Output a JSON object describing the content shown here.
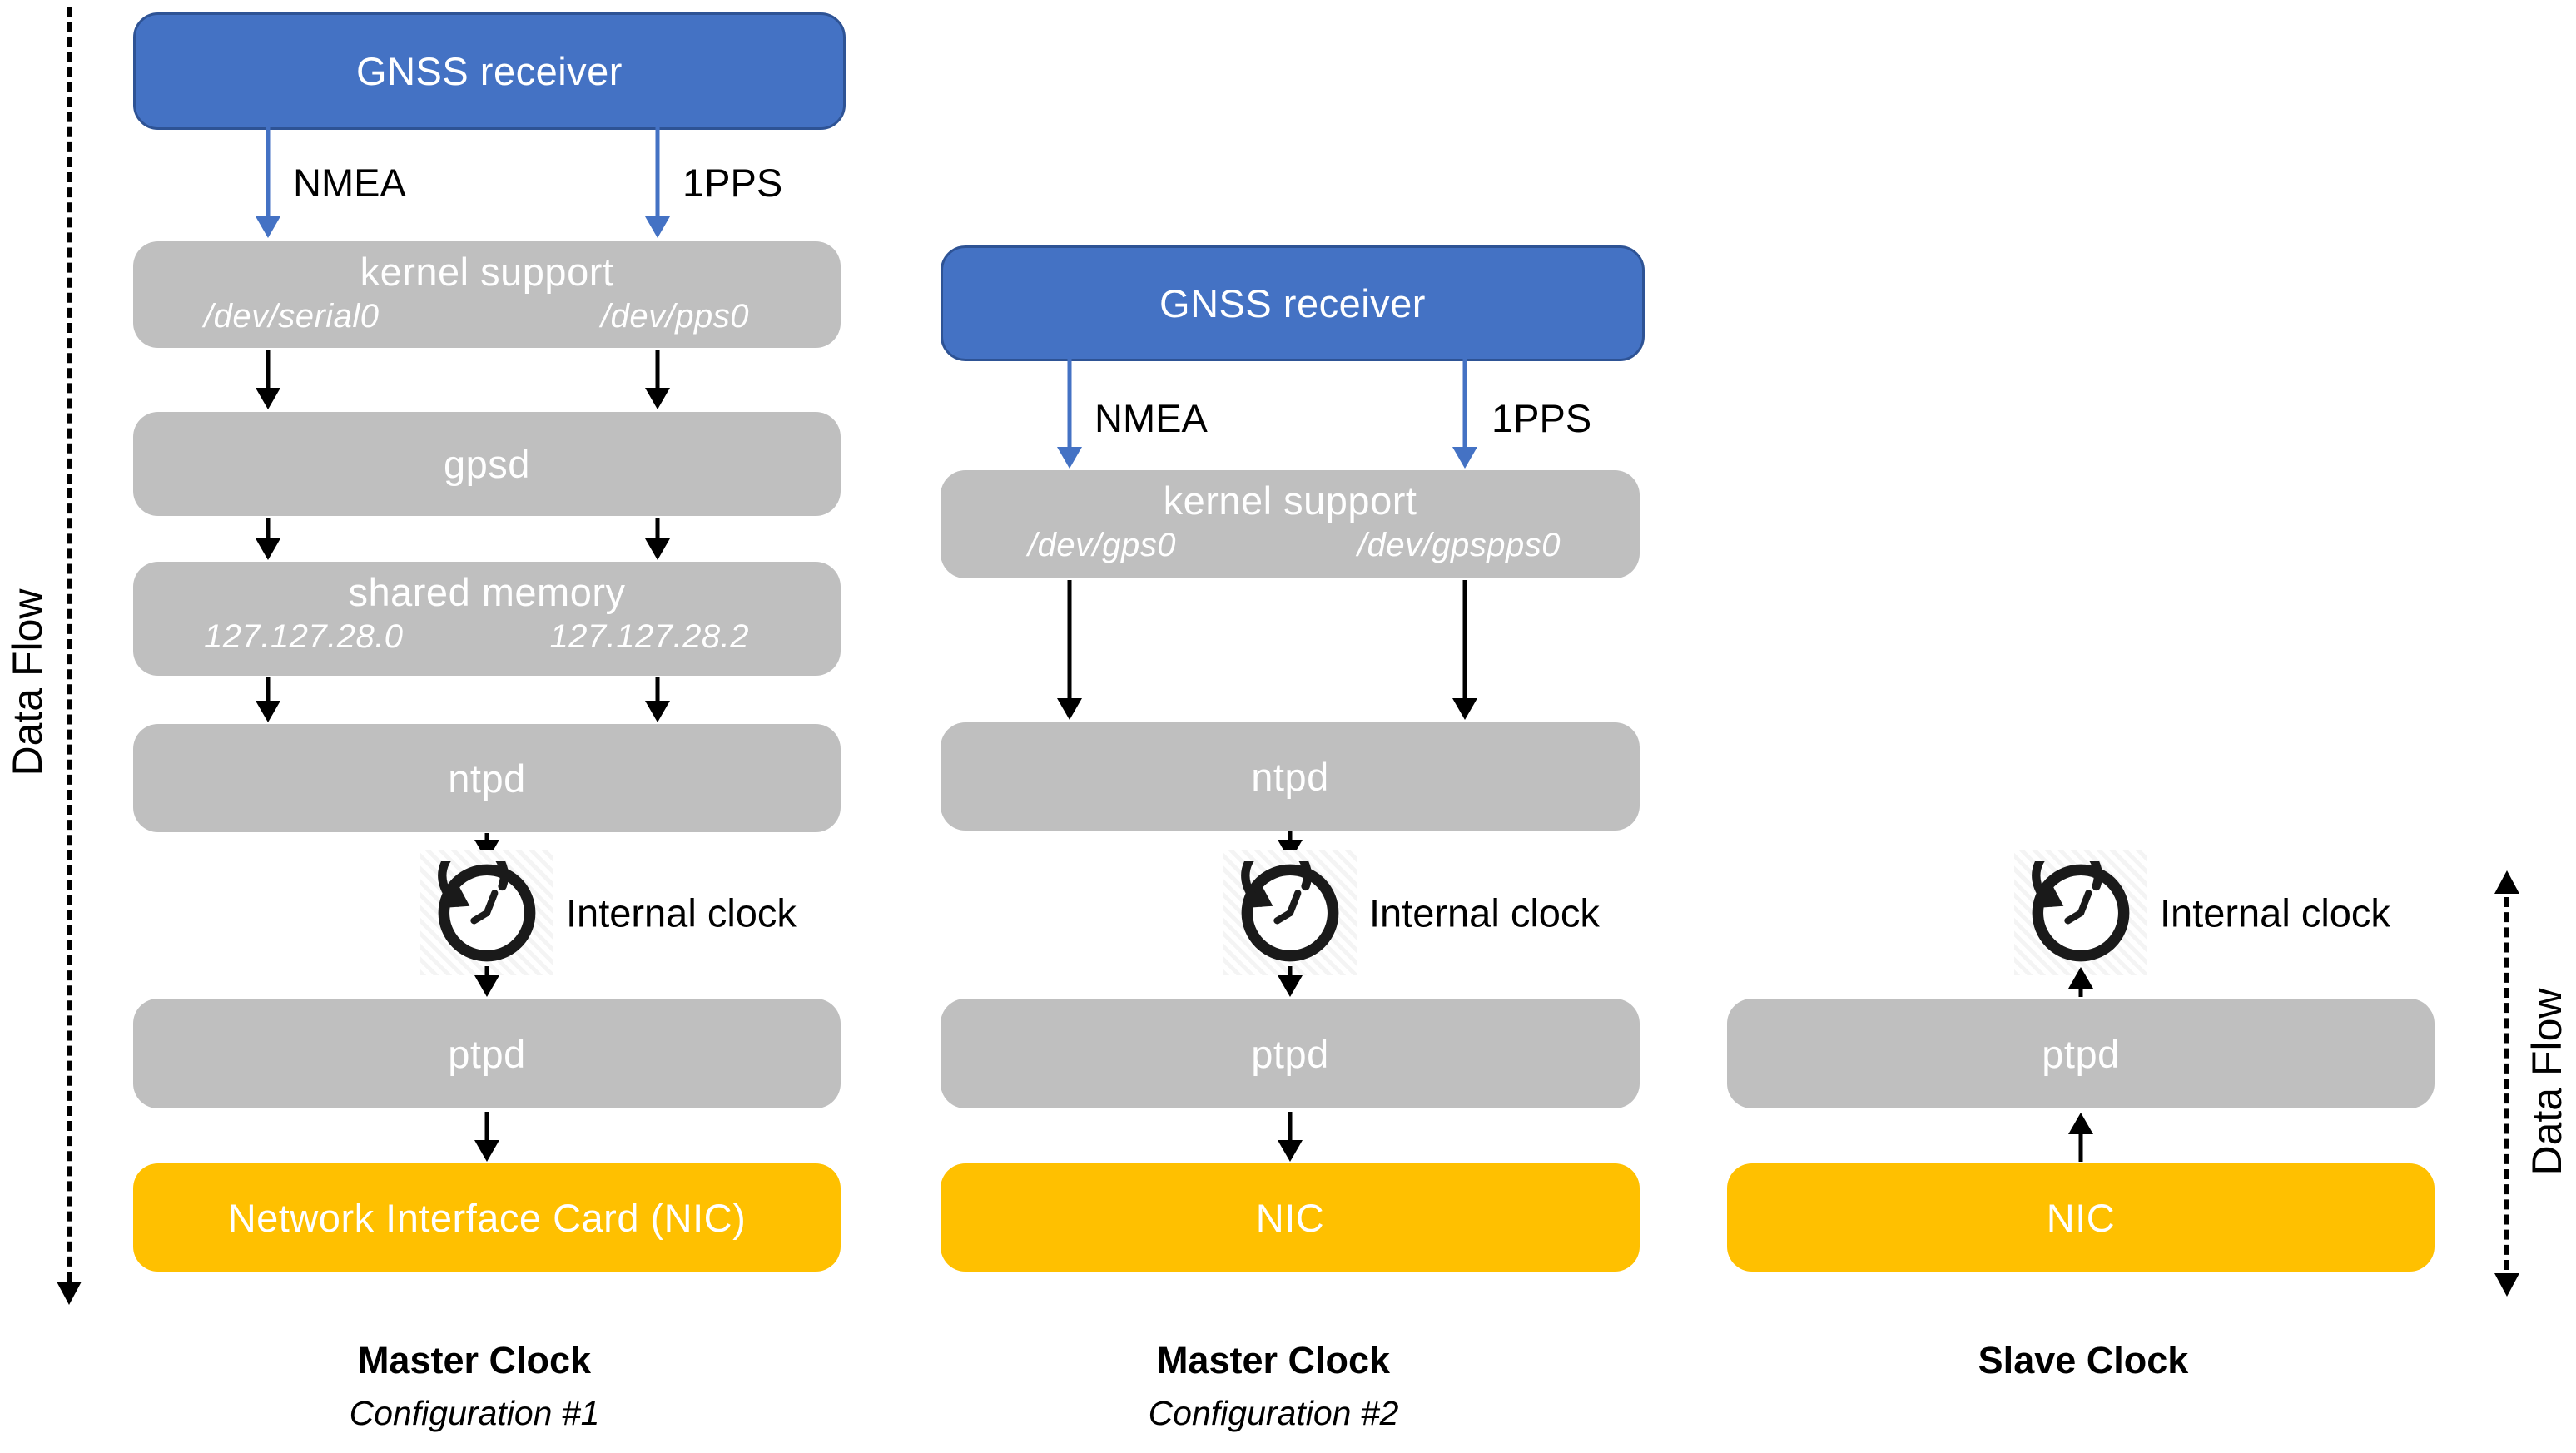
{
  "colors": {
    "box_blue": "#4472C4",
    "box_blue_border": "#2e5395",
    "box_gray": "#BFBFBF",
    "box_gold": "#FFC000",
    "arrow_blue": "#4472C4",
    "arrow_black": "#000000",
    "box_text": "#FFFFFF",
    "label_text": "#000000"
  },
  "flow": {
    "left_label": "Data Flow",
    "right_label": "Data Flow"
  },
  "col1": {
    "gnss": "GNSS receiver",
    "nmea": "NMEA",
    "pps": "1PPS",
    "kernel_title": "kernel support",
    "kernel_left": "/dev/serial0",
    "kernel_right": "/dev/pps0",
    "gpsd": "gpsd",
    "shared_title": "shared memory",
    "shared_left": "127.127.28.0",
    "shared_right": "127.127.28.2",
    "ntpd": "ntpd",
    "clock_label": "Internal clock",
    "ptpd": "ptpd",
    "nic": "Network Interface Card (NIC)",
    "footer_title": "Master Clock",
    "footer_sub": "Configuration #1"
  },
  "col2": {
    "gnss": "GNSS receiver",
    "nmea": "NMEA",
    "pps": "1PPS",
    "kernel_title": "kernel support",
    "kernel_left": "/dev/gps0",
    "kernel_right": "/dev/gpspps0",
    "ntpd": "ntpd",
    "clock_label": "Internal clock",
    "ptpd": "ptpd",
    "nic": "NIC",
    "footer_title": "Master Clock",
    "footer_sub": "Configuration #2"
  },
  "col3": {
    "clock_label": "Internal clock",
    "ptpd": "ptpd",
    "nic": "NIC",
    "footer_title": "Slave Clock"
  }
}
